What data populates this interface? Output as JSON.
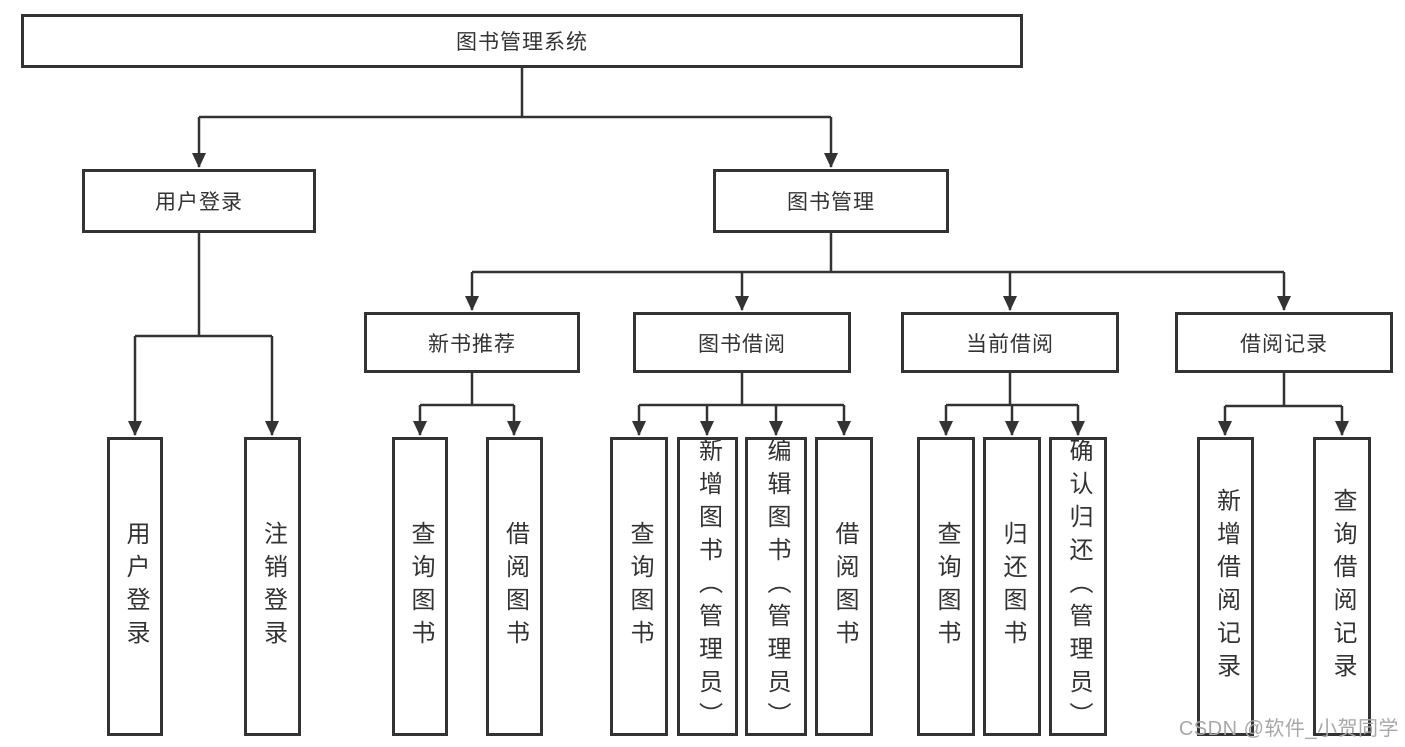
{
  "tree": {
    "root": {
      "label": "图书管理系统"
    },
    "children": [
      {
        "label": "用户登录",
        "children": [
          {
            "label": "用户登录"
          },
          {
            "label": "注销登录"
          }
        ]
      },
      {
        "label": "图书管理",
        "children": [
          {
            "label": "新书推荐",
            "children": [
              {
                "label": "查询图书"
              },
              {
                "label": "借阅图书"
              }
            ]
          },
          {
            "label": "图书借阅",
            "children": [
              {
                "label": "查询图书"
              },
              {
                "label": "新增图书（管理员）"
              },
              {
                "label": "编辑图书（管理员）"
              },
              {
                "label": "借阅图书"
              }
            ]
          },
          {
            "label": "当前借阅",
            "children": [
              {
                "label": "查询图书"
              },
              {
                "label": "归还图书"
              },
              {
                "label": "确认归还（管理员）"
              }
            ]
          },
          {
            "label": "借阅记录",
            "children": [
              {
                "label": "新增借阅记录"
              },
              {
                "label": "查询借阅记录"
              }
            ]
          }
        ]
      }
    ]
  },
  "watermark": {
    "text": "CSDN @软件_小贺同学"
  },
  "colors": {
    "line": "#333333",
    "box_border": "#333333",
    "text": "#333333",
    "background": "#ffffff",
    "watermark": "#a8a8a8"
  }
}
